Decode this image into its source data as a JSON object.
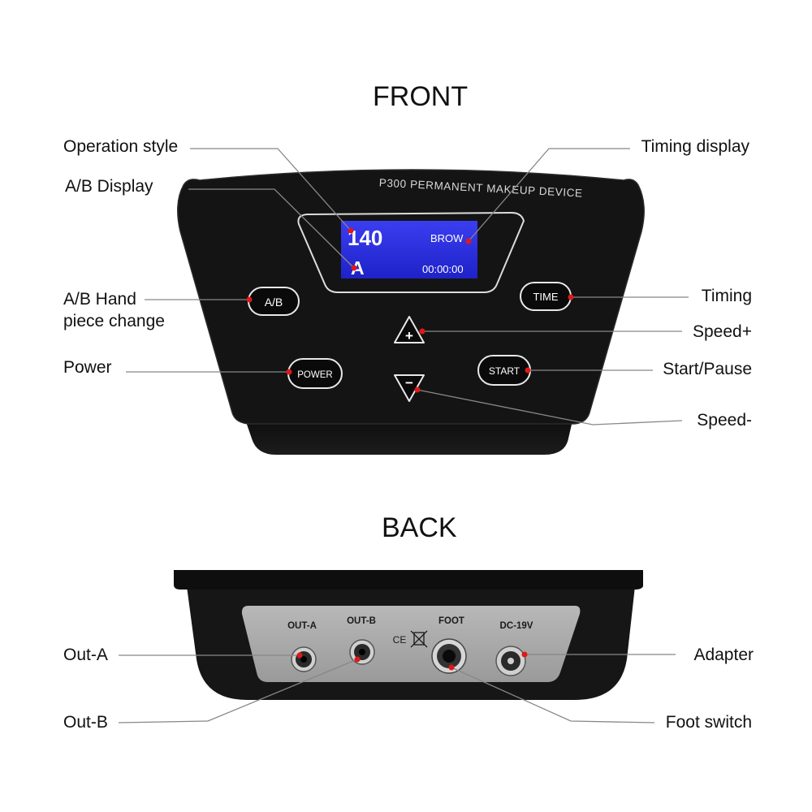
{
  "front": {
    "title": "FRONT",
    "brand_text": "P300 PERMANENT MAKEUP DEVICE",
    "display": {
      "speed": "140",
      "mode": "BROW",
      "handpiece": "A",
      "timer": "00:00:00"
    },
    "buttons": {
      "ab": "A/B",
      "time": "TIME",
      "power": "POWER",
      "start": "START",
      "plus": "+",
      "minus": "−"
    },
    "callouts": {
      "operation_style": "Operation style",
      "ab_display": "A/B Display",
      "ab_handpiece_line1": "A/B Hand",
      "ab_handpiece_line2": "piece change",
      "power": "Power",
      "timing_display": "Timing display",
      "timing": "Timing",
      "speed_plus": "Speed+",
      "start_pause": "Start/Pause",
      "speed_minus": "Speed-"
    }
  },
  "back": {
    "title": "BACK",
    "ports": {
      "out_a": "OUT-A",
      "out_b": "OUT-B",
      "foot": "FOOT",
      "dc": "DC-19V",
      "ce": "CE"
    },
    "callouts": {
      "out_a": "Out-A",
      "out_b": "Out-B",
      "adapter": "Adapter",
      "foot_switch": "Foot switch"
    }
  },
  "colors": {
    "device": "#141414",
    "lcd": "#2a2ee0",
    "panel": "#a9a9a9",
    "marker": "#e01818",
    "leader": "#888888"
  }
}
